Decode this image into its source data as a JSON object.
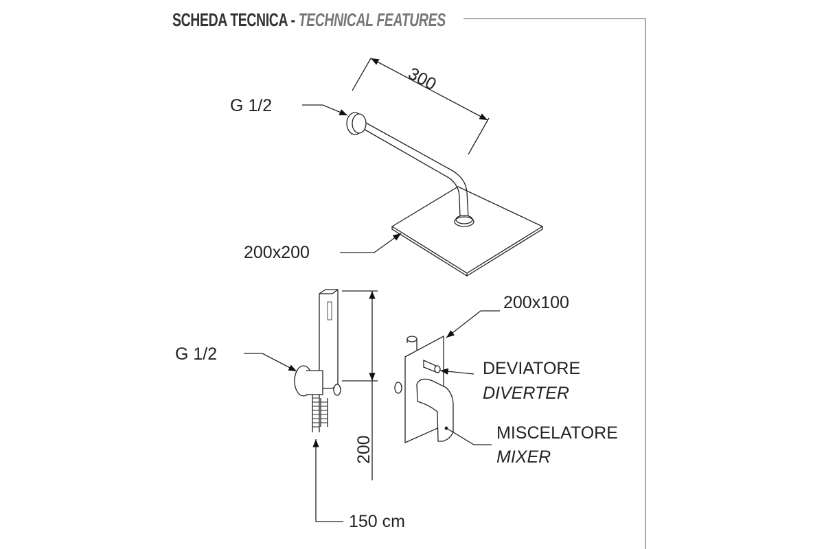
{
  "header": {
    "title_main": "SCHEDA TECNICA -",
    "title_sub": "TECHNICAL FEATURES"
  },
  "diagram": {
    "arm_length": "300",
    "arm_connection": "G 1/2",
    "head_size": "200x200",
    "hand_connection": "G 1/2",
    "hand_height": "200",
    "hose_length": "150 cm",
    "plate_size": "200x100",
    "diverter_it": "DEVIATORE",
    "diverter_en": "DIVERTER",
    "mixer_it": "MISCELATORE",
    "mixer_en": "MIXER"
  },
  "colors": {
    "line": "#222222",
    "frame": "#aaaaaa"
  }
}
